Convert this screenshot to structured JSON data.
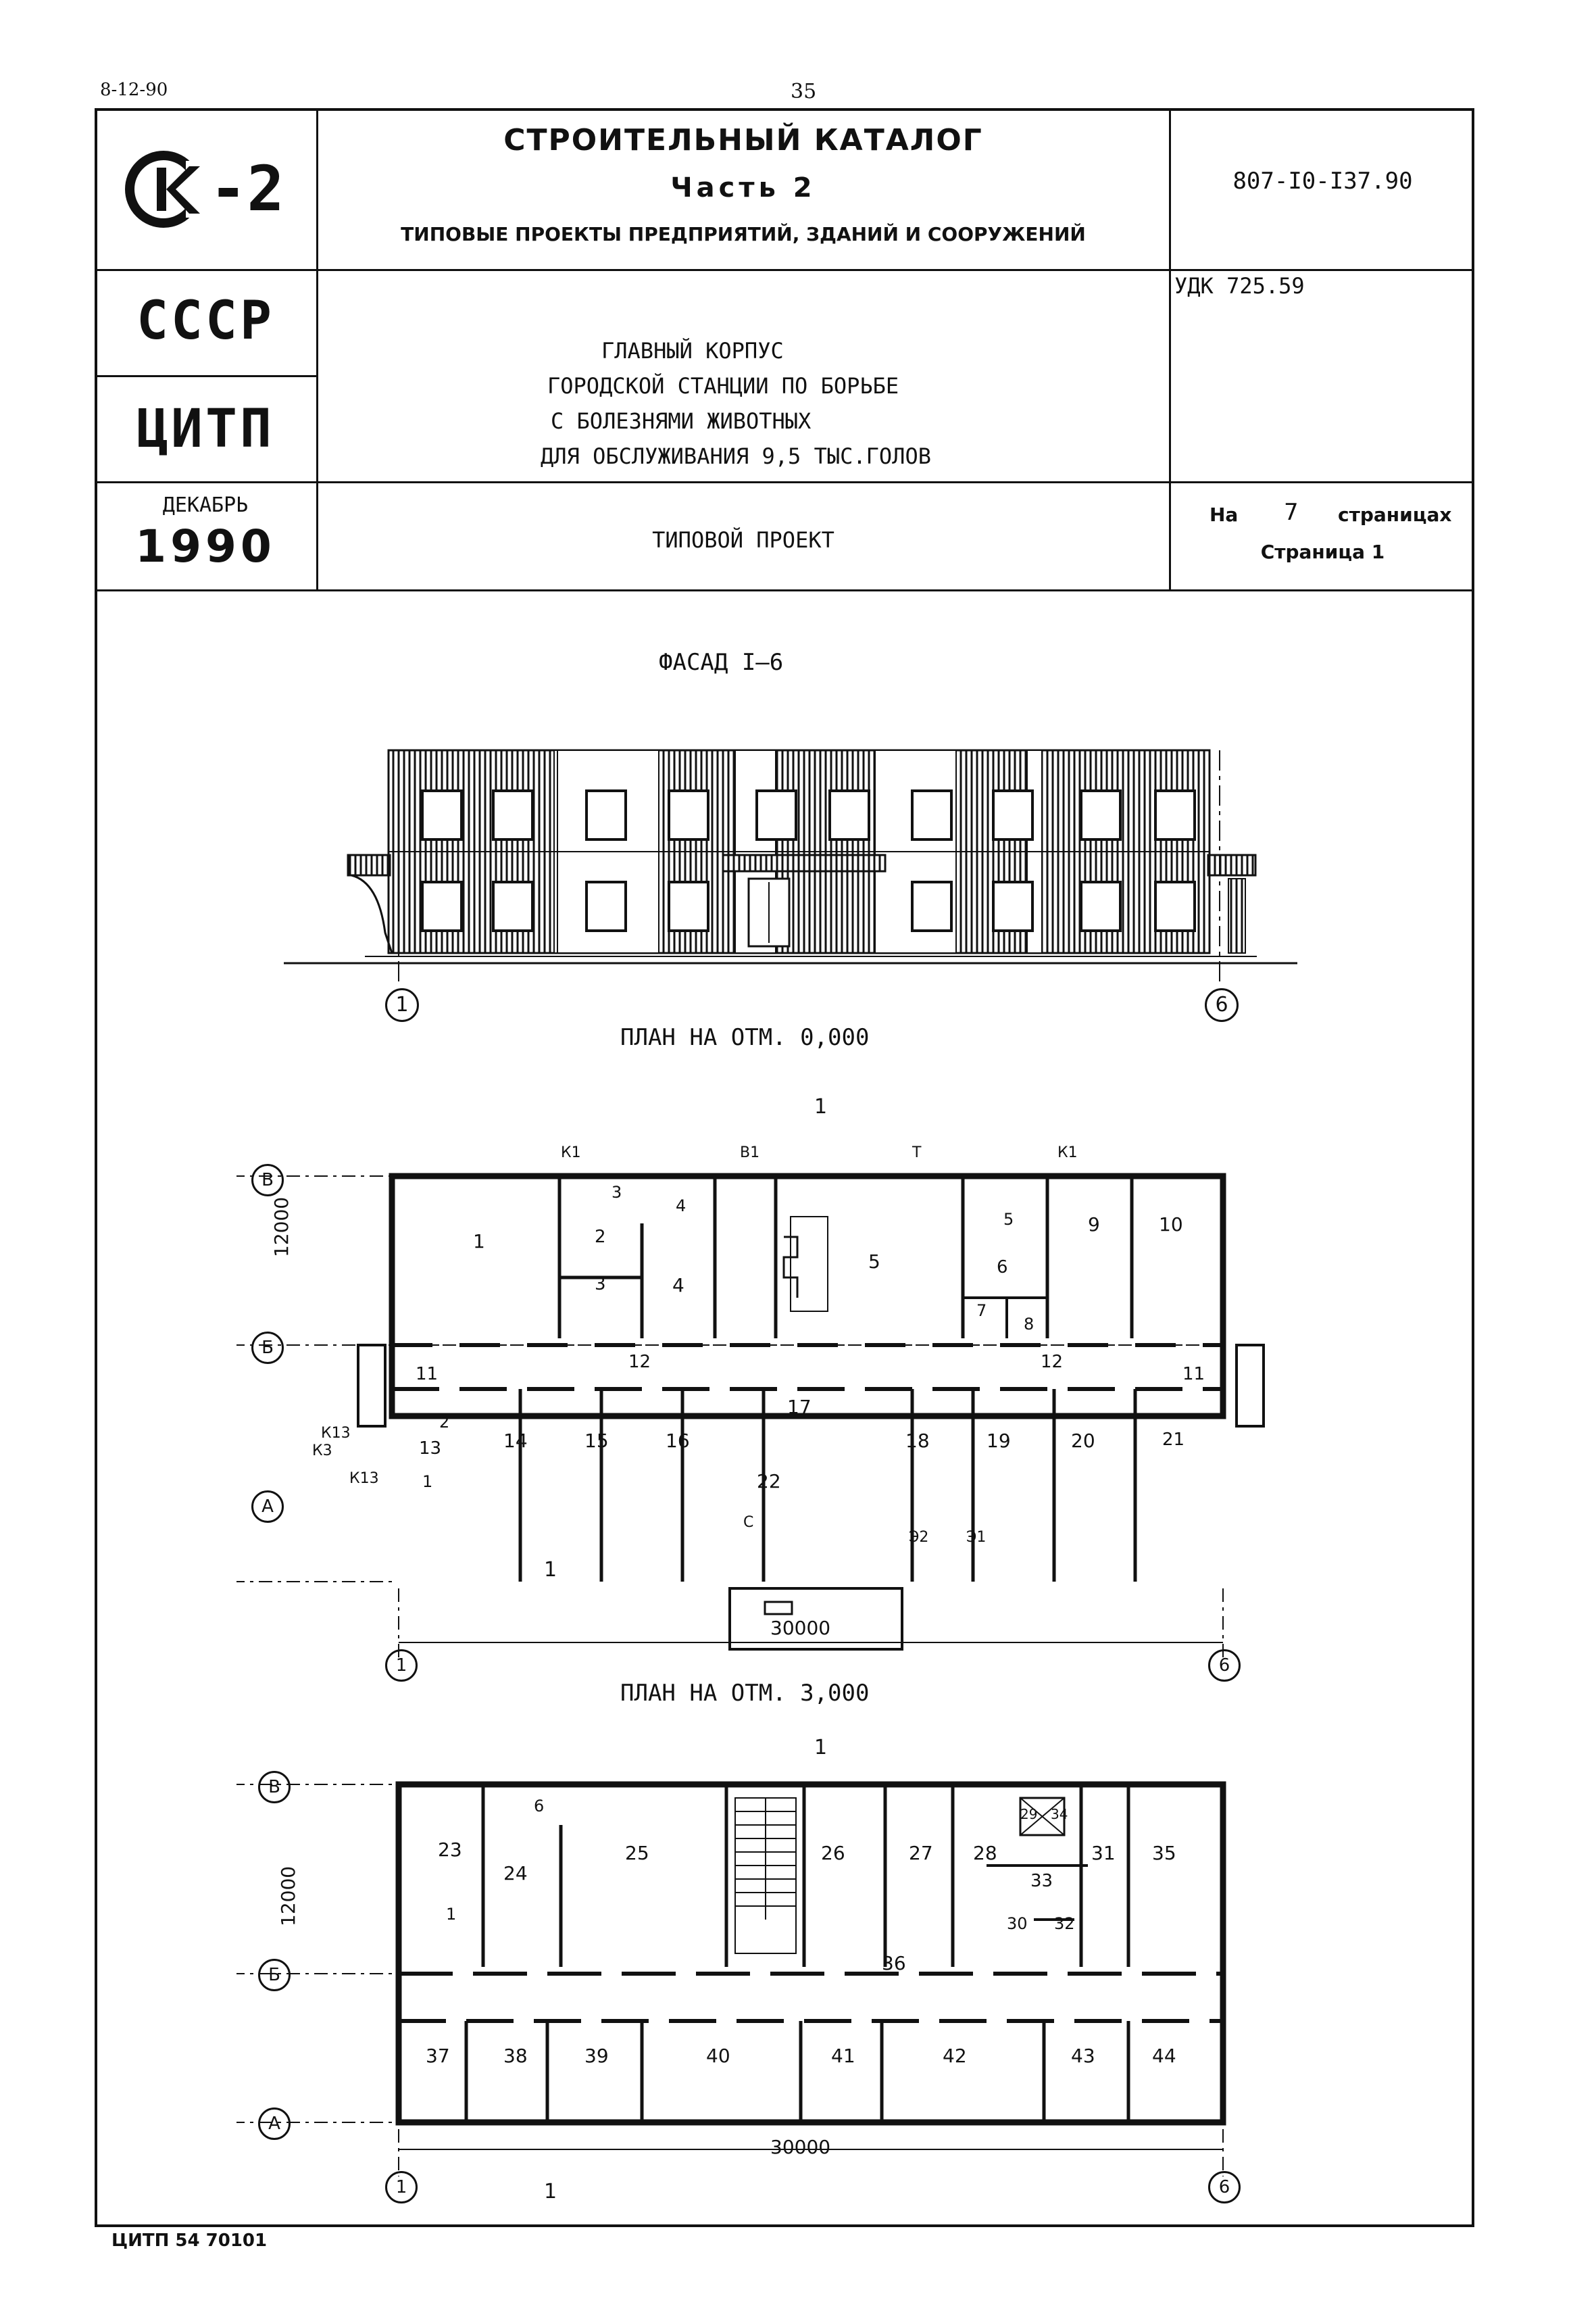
{
  "page": {
    "code_top_left": "8-12-90",
    "page_number_top": "35",
    "bottom_code": "ЦИТП 54 70101"
  },
  "header": {
    "logo_text": "-2",
    "catalog_title": "СТРОИТЕЛЬНЫЙ КАТАЛОГ",
    "part": "Часть 2",
    "subtitle": "ТИПОВЫЕ ПРОЕКТЫ ПРЕДПРИЯТИЙ, ЗДАНИЙ И СООРУЖЕНИЙ",
    "project_number": "807-I0-I37.90",
    "country": "СССР",
    "org": "ЦИТП",
    "udk": "УДК 725.59",
    "title_lines": [
      "ГЛАВНЫЙ КОРПУС",
      "ГОРОДСКОЙ СТАНЦИИ ПО БОРЬБЕ",
      "С БОЛЕЗНЯМИ ЖИВОТНЫХ",
      "ДЛЯ ОБСЛУЖИВАНИЯ 9,5 ТЫС.ГОЛОВ"
    ],
    "month": "ДЕКАБРЬ",
    "year": "1990",
    "project_type": "ТИПОВОЙ ПРОЕКТ",
    "pages_label_on": "На",
    "pages_count": "7",
    "pages_label": "страницах",
    "page_label": "Страница 1"
  },
  "drawings": {
    "facade_title": "ФАСАД I–6",
    "plan1_title": "ПЛАН НА ОТМ. 0,000",
    "plan2_title": "ПЛАН НА ОТМ. 3,000",
    "axis_left": "1",
    "axis_right": "6",
    "axis_b": "В",
    "axis_bb": "Б",
    "axis_a": "А",
    "dim_width": "30000",
    "dim_height": "12000",
    "section_mark": "1",
    "plan1_rooms": [
      "1",
      "2",
      "3",
      "4",
      "5",
      "6",
      "7",
      "8",
      "9",
      "10",
      "11",
      "12",
      "13",
      "14",
      "15",
      "16",
      "17",
      "18",
      "19",
      "20",
      "21",
      "22",
      "12",
      "11"
    ],
    "plan1_callouts": [
      "3",
      "4",
      "5",
      "2",
      "1"
    ],
    "plan1_arrows": [
      "К1",
      "В1",
      "Т",
      "К1",
      "С",
      "Э2",
      "Э1"
    ],
    "plan1_side_labels": [
      "К13",
      "К3",
      "К13"
    ],
    "plan2_rooms": [
      "23",
      "24",
      "25",
      "26",
      "27",
      "28",
      "29",
      "34",
      "31",
      "35",
      "33",
      "30",
      "32",
      "36",
      "37",
      "38",
      "39",
      "40",
      "41",
      "42",
      "43",
      "44"
    ],
    "plan2_callouts": [
      "6",
      "1"
    ]
  }
}
